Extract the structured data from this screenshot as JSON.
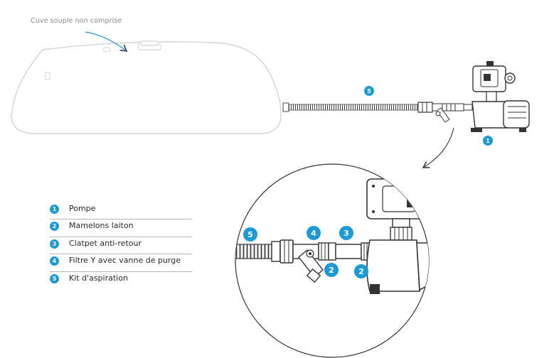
{
  "tank_note": "Cuve souple non comprise",
  "legend": [
    {
      "num": "1",
      "label": "Pompe"
    },
    {
      "num": "2",
      "label": "Mamelons laiton"
    },
    {
      "num": "3",
      "label": "Clatpet anti-retour"
    },
    {
      "num": "4",
      "label": "Filtre Y avec vanne de purge"
    },
    {
      "num": "5",
      "label": "Kit d'aspiration"
    }
  ],
  "callouts": {
    "overview_hose": "5",
    "overview_pump": "1",
    "detail_hose": "5",
    "detail_filter": "4",
    "detail_valve": "3",
    "detail_nipple_filter": "2",
    "detail_nipple_pump": "2"
  },
  "colors": {
    "accent": "#1d9ad6",
    "tank_outline": "#d4d4d4",
    "line_art": "#333333"
  }
}
